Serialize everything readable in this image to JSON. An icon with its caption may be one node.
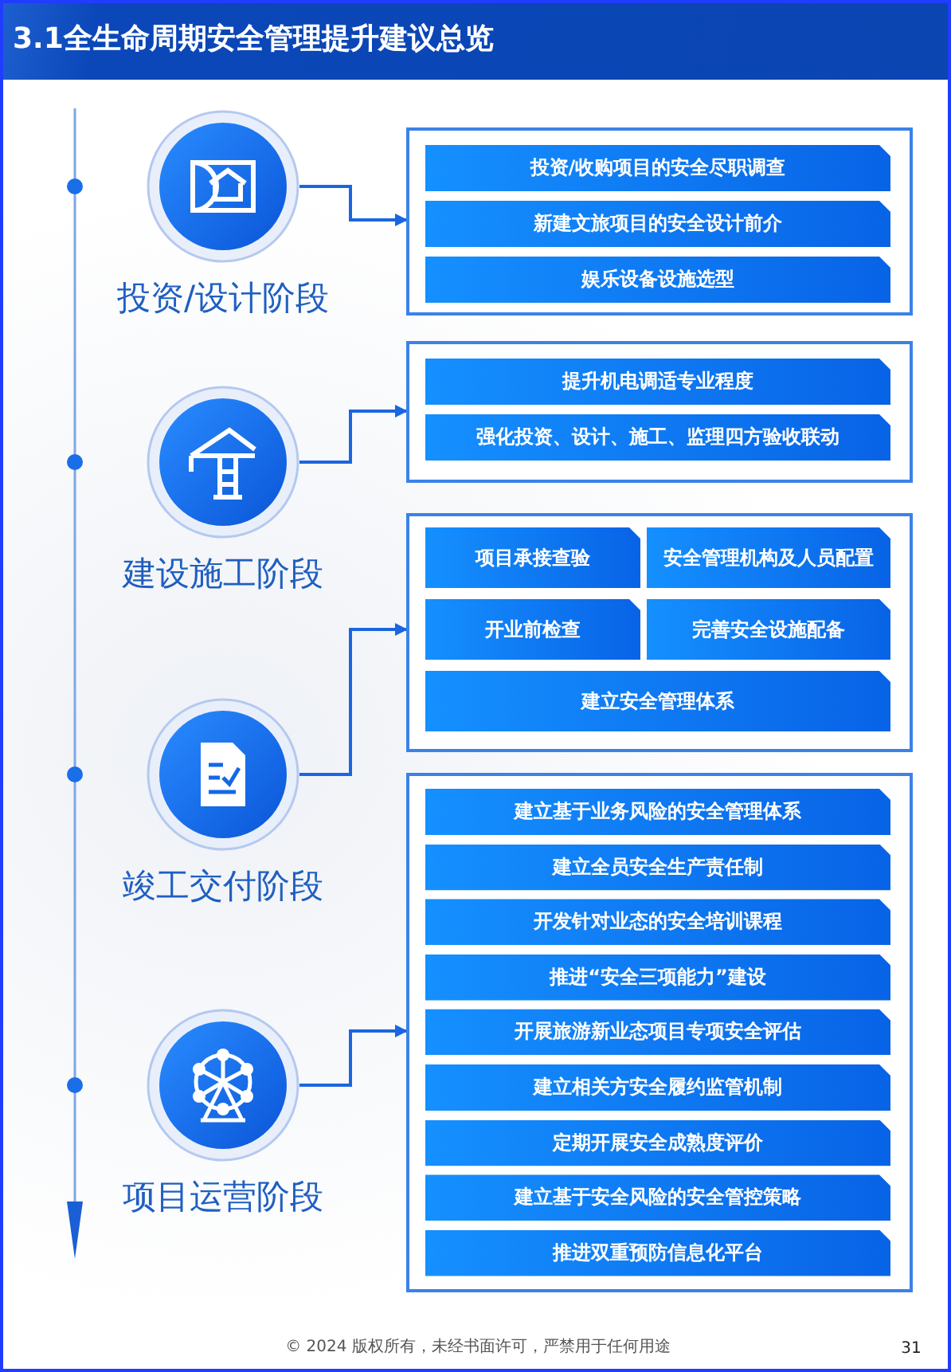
{
  "diagram": {
    "title": "3.1全生命周期安全管理提升建议总览",
    "nodes": [
      {
        "text": [],
        "shape": "circle",
        "beside": [
          "投资/设计阶段"
        ]
      },
      {
        "text": [],
        "shape": "box"
      },
      {
        "text": [
          "投资/收购项目的安全尽职调查"
        ],
        "in": 1
      },
      {
        "text": [
          "新建文旅项目的安全设计前介"
        ],
        "in": 1
      },
      {
        "text": [
          "娱乐设备设施选型"
        ],
        "in": 1
      },
      {
        "text": [],
        "shape": "circle",
        "beside": [
          "建设施工阶段"
        ]
      },
      {
        "text": [],
        "shape": "box"
      },
      {
        "text": [
          "提升机电调适专业程度"
        ],
        "in": 6
      },
      {
        "text": [
          "强化投资、设计、施工、监理四方验收联动"
        ],
        "in": 6
      },
      {
        "text": [],
        "shape": "circle",
        "beside": [
          "竣工交付阶段"
        ]
      },
      {
        "text": [],
        "shape": "box"
      },
      {
        "text": [
          "项目承接查验"
        ],
        "in": 10
      },
      {
        "text": [
          "安全管理机构及人员配置"
        ],
        "in": 10
      },
      {
        "text": [
          "开业前检查"
        ],
        "in": 10
      },
      {
        "text": [
          "完善安全设施配备"
        ],
        "in": 10
      },
      {
        "text": [
          "建立安全管理体系"
        ],
        "in": 10
      },
      {
        "text": [],
        "shape": "circle",
        "beside": [
          "项目运营阶段"
        ]
      },
      {
        "text": [],
        "shape": "box"
      },
      {
        "text": [
          "建立基于业务风险的安全管理体系"
        ],
        "in": 17
      },
      {
        "text": [
          "建立全员安全生产责任制"
        ],
        "in": 17
      },
      {
        "text": [
          "开发针对业态的安全培训课程"
        ],
        "in": 17
      },
      {
        "text": [
          "推进“安全三项能力”建设"
        ],
        "in": 17
      },
      {
        "text": [
          "开展旅游新业态项目专项安全评估"
        ],
        "in": 17
      },
      {
        "text": [
          "建立相关方安全履约监管机制"
        ],
        "in": 17
      },
      {
        "text": [
          "定期开展安全成熟度评价"
        ],
        "in": 17
      },
      {
        "text": [
          "建立基于安全风险的安全管控策略"
        ],
        "in": 17
      },
      {
        "text": [
          "推进双重预防信息化平台"
        ],
        "in": 17
      }
    ],
    "edges": [
      {
        "from": 0,
        "to": 1,
        "arrow": "to"
      },
      {
        "from": 5,
        "to": 6,
        "arrow": "to"
      },
      {
        "from": 9,
        "to": 10,
        "arrow": "to"
      },
      {
        "from": 16,
        "to": 17,
        "arrow": "to"
      }
    ],
    "labels": [
      "© 2024 版权所有，未经书面许可，严禁用于任何用途",
      "31"
    ]
  }
}
